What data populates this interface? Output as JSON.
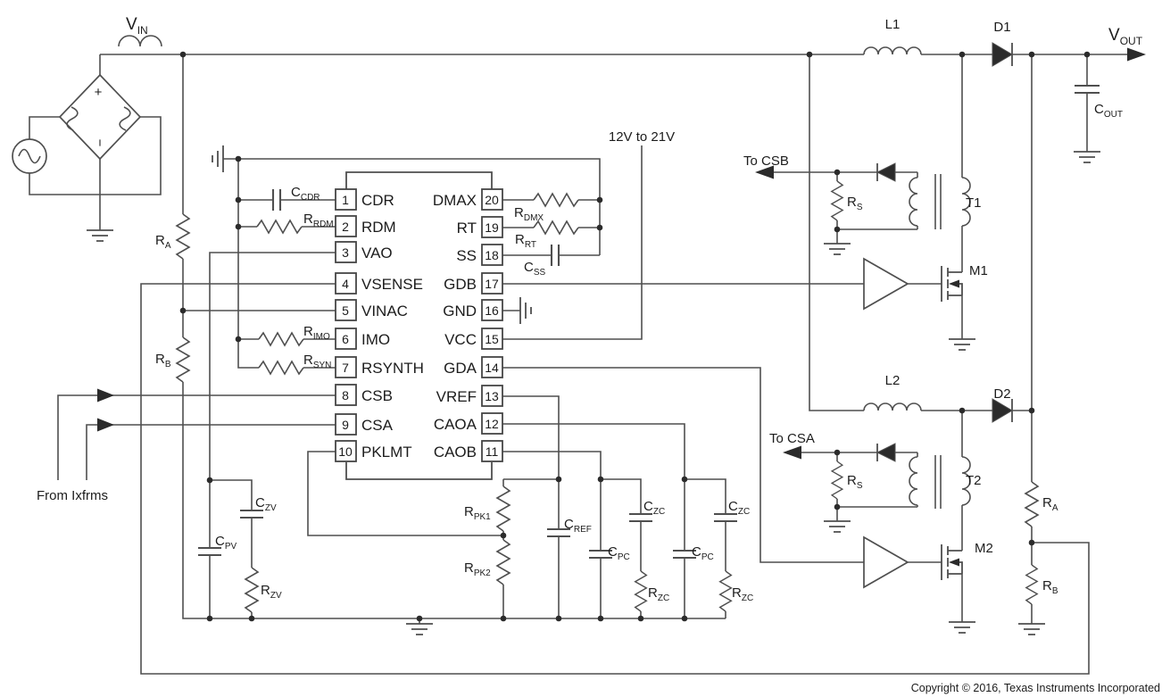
{
  "labels": {
    "vin": {
      "main": "V",
      "sub": "IN"
    },
    "vout": {
      "main": "V",
      "sub": "OUT"
    },
    "supply_range": "12V to 21V",
    "from_ixfrms": "From Ixfrms",
    "to_csb": "To CSB",
    "to_csa": "To CSA",
    "bridge_plus": "+",
    "bridge_minus": "−",
    "copyright": "Copyright © 2016, Texas Instruments Incorporated"
  },
  "ic": {
    "pins_left": [
      {
        "num": "1",
        "name": "CDR"
      },
      {
        "num": "2",
        "name": "RDM"
      },
      {
        "num": "3",
        "name": "VAO"
      },
      {
        "num": "4",
        "name": "VSENSE"
      },
      {
        "num": "5",
        "name": "VINAC"
      },
      {
        "num": "6",
        "name": "IMO"
      },
      {
        "num": "7",
        "name": "RSYNTH"
      },
      {
        "num": "8",
        "name": "CSB"
      },
      {
        "num": "9",
        "name": "CSA"
      },
      {
        "num": "10",
        "name": "PKLMT"
      }
    ],
    "pins_right": [
      {
        "num": "20",
        "name": "DMAX"
      },
      {
        "num": "19",
        "name": "RT"
      },
      {
        "num": "18",
        "name": "SS"
      },
      {
        "num": "17",
        "name": "GDB"
      },
      {
        "num": "16",
        "name": "GND"
      },
      {
        "num": "15",
        "name": "VCC"
      },
      {
        "num": "14",
        "name": "GDA"
      },
      {
        "num": "13",
        "name": "VREF"
      },
      {
        "num": "12",
        "name": "CAOA"
      },
      {
        "num": "11",
        "name": "CAOB"
      }
    ]
  },
  "components": {
    "c_cdr": {
      "main": "C",
      "sub": "CDR"
    },
    "r_rdm": {
      "main": "R",
      "sub": "RDM"
    },
    "r_imo": {
      "main": "R",
      "sub": "IMO"
    },
    "r_syn": {
      "main": "R",
      "sub": "SYN"
    },
    "r_dmx": {
      "main": "R",
      "sub": "DMX"
    },
    "r_rt": {
      "main": "R",
      "sub": "RT"
    },
    "c_ss": {
      "main": "C",
      "sub": "SS"
    },
    "r_a": {
      "main": "R",
      "sub": "A"
    },
    "r_b": {
      "main": "R",
      "sub": "B"
    },
    "c_pv": {
      "main": "C",
      "sub": "PV"
    },
    "c_zv": {
      "main": "C",
      "sub": "ZV"
    },
    "r_zv": {
      "main": "R",
      "sub": "ZV"
    },
    "r_pk1": {
      "main": "R",
      "sub": "PK1"
    },
    "r_pk2": {
      "main": "R",
      "sub": "PK2"
    },
    "c_ref": {
      "main": "C",
      "sub": "REF"
    },
    "c_pc": {
      "main": "C",
      "sub": "PC"
    },
    "c_zc": {
      "main": "C",
      "sub": "ZC"
    },
    "r_zc": {
      "main": "R",
      "sub": "ZC"
    },
    "r_s": {
      "main": "R",
      "sub": "S"
    },
    "c_out": {
      "main": "C",
      "sub": "OUT"
    },
    "l1": "L1",
    "l2": "L2",
    "d1": "D1",
    "d2": "D2",
    "t1": "T1",
    "t2": "T2",
    "m1": "M1",
    "m2": "M2"
  }
}
